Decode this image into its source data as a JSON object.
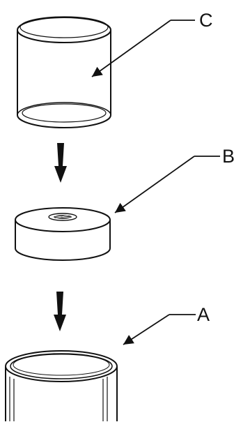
{
  "labels": {
    "top": "C",
    "middle": "B",
    "bottom": "A"
  }
}
